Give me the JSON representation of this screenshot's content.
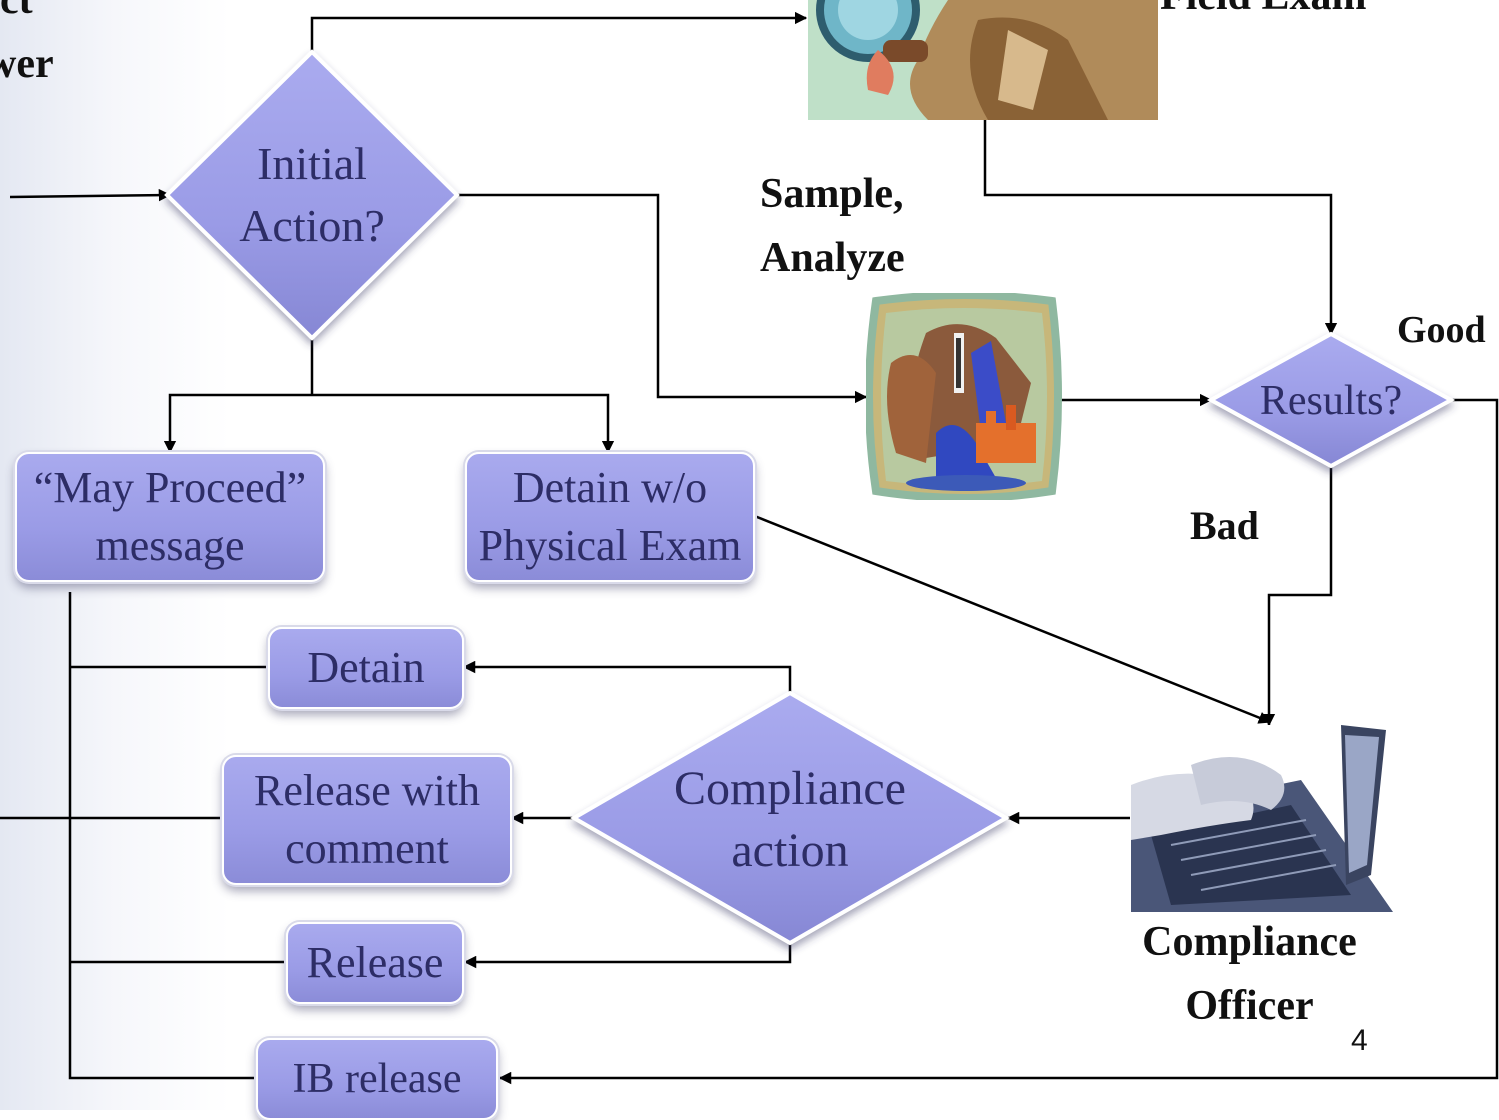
{
  "labels": {
    "top_left_line1": "ct",
    "top_left_line2": "wer",
    "field_exam": "Field Exam",
    "sample_line1": "Sample,",
    "sample_line2": "Analyze",
    "good": "Good",
    "bad": "Bad",
    "compliance_officer_line1": "Compliance",
    "compliance_officer_line2": "Officer"
  },
  "decisions": {
    "initial_action_line1": "Initial",
    "initial_action_line2": "Action?",
    "results": "Results?",
    "compliance_action_line1": "Compliance",
    "compliance_action_line2": "action"
  },
  "boxes": {
    "may_proceed_line1": "“May Proceed”",
    "may_proceed_line2": "message",
    "detain_no_exam_line1": "Detain w/o",
    "detain_no_exam_line2": "Physical Exam",
    "detain": "Detain",
    "release_with_comment_line1": "Release with",
    "release_with_comment_line2": "comment",
    "release": "Release",
    "ib_release": "IB release"
  },
  "page_number": "4",
  "icons": [
    "magnifier-inspector-clipart",
    "scientist-microscope-clipart",
    "laptop-typing-photo"
  ],
  "colors": {
    "shape_fill": "#9d9ee8",
    "shape_text": "#2d2d66",
    "line": "#000000"
  }
}
